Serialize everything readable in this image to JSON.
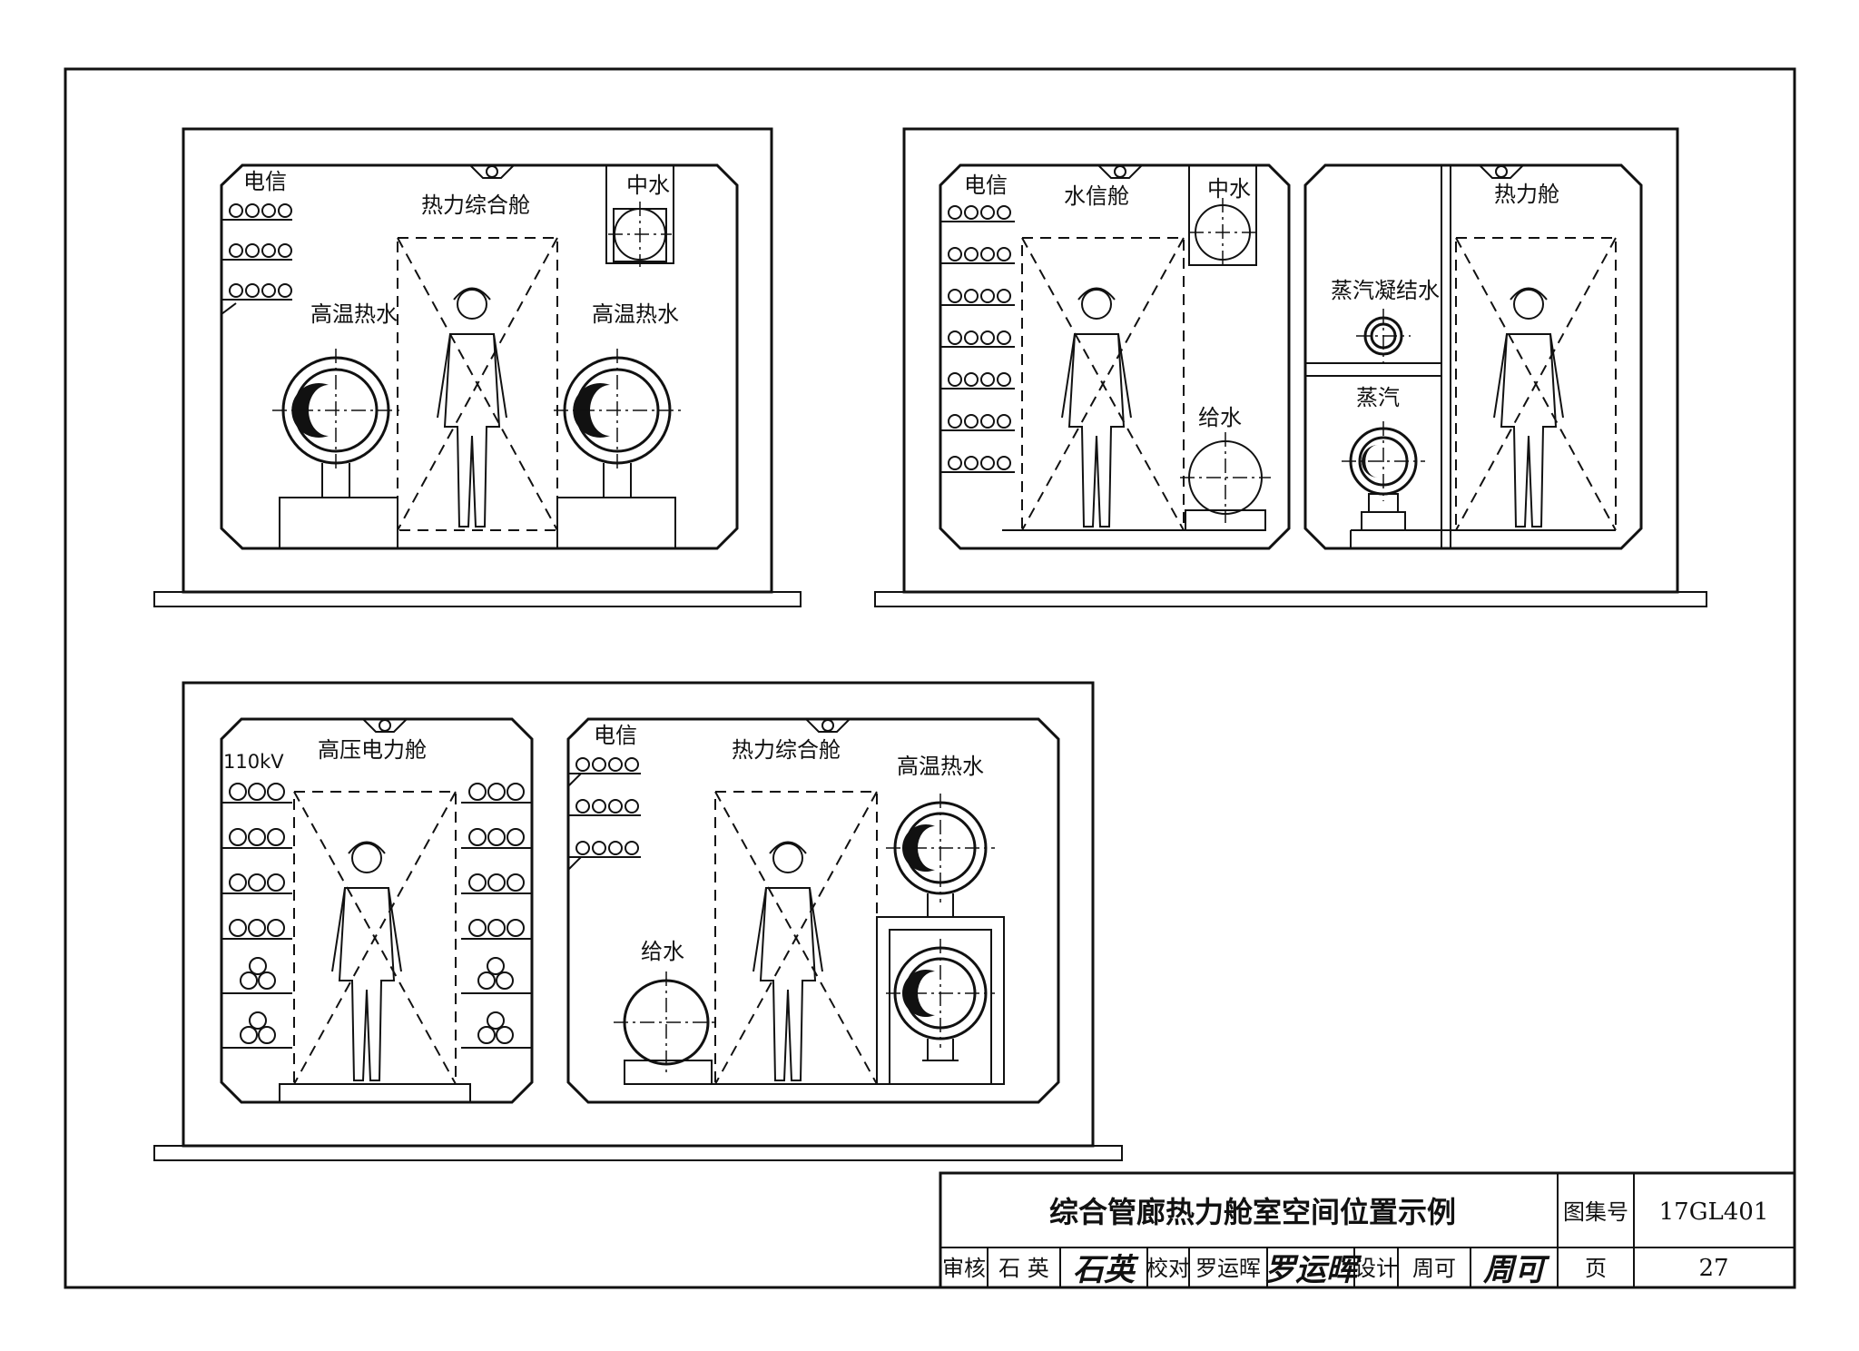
{
  "diagram_top_left": {
    "telecom": "电信",
    "cabin_name": "热力综合舱",
    "reclaimed_water": "中水",
    "hot_water_left": "高温热水",
    "hot_water_right": "高温热水"
  },
  "diagram_top_right": {
    "telecom": "电信",
    "water_telecom_cabin": "水信舱",
    "reclaimed_water": "中水",
    "water_supply": "给水",
    "heat_cabin": "热力舱",
    "steam_condensate": "蒸汽凝结水",
    "steam": "蒸汽"
  },
  "diagram_bottom": {
    "voltage": "110kV",
    "hv_cabin": "高压电力舱",
    "telecom": "电信",
    "cabin_name": "热力综合舱",
    "hot_water": "高温热水",
    "water_supply": "给水"
  },
  "title_block": {
    "title": "综合管廊热力舱室空间位置示例",
    "atlas_label": "图集号",
    "atlas_no": "17GL401",
    "review_label": "审核",
    "reviewer": "石 英",
    "reviewer_sig": "石英",
    "check_label": "校对",
    "checker": "罗运晖",
    "checker_sig": "罗运晖",
    "design_label": "设计",
    "designer": "周可",
    "designer_sig": "周可",
    "page_label": "页",
    "page_no": "27"
  }
}
